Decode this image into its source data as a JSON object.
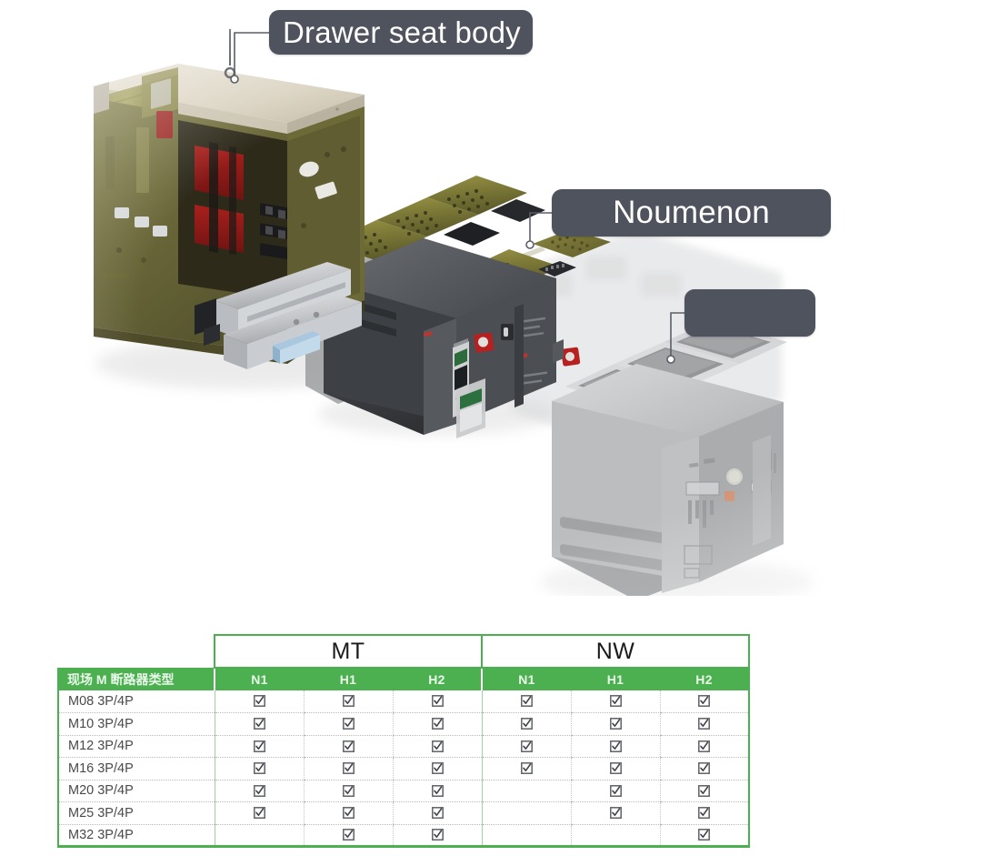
{
  "illustration": {
    "callouts": [
      {
        "label": "Drawer seat body"
      },
      {
        "label": "Noumenon"
      },
      {
        "label": ""
      }
    ]
  },
  "table": {
    "row_label_header": "现场 M 断路器类型",
    "group_headers": [
      "MT",
      "NW"
    ],
    "sub_headers": [
      "N1",
      "H1",
      "H2",
      "N1",
      "H1",
      "H2"
    ],
    "checkmark_glyph": "check-box-icon",
    "colors": {
      "header_green": "#4cb050",
      "header_text": "#eaf8ea",
      "row_text": "#4a4a4a",
      "grid_dotted": "#b9b9b9",
      "callout_bg": "#4f535e"
    },
    "rows": [
      {
        "label": "M08 3P/4P",
        "cells": [
          true,
          true,
          true,
          true,
          true,
          true
        ]
      },
      {
        "label": "M10 3P/4P",
        "cells": [
          true,
          true,
          true,
          true,
          true,
          true
        ]
      },
      {
        "label": "M12 3P/4P",
        "cells": [
          true,
          true,
          true,
          true,
          true,
          true
        ]
      },
      {
        "label": "M16 3P/4P",
        "cells": [
          true,
          true,
          true,
          true,
          true,
          true
        ]
      },
      {
        "label": "M20 3P/4P",
        "cells": [
          true,
          true,
          true,
          false,
          true,
          true
        ]
      },
      {
        "label": "M25 3P/4P",
        "cells": [
          true,
          true,
          true,
          false,
          true,
          true
        ]
      },
      {
        "label": "M32 3P/4P",
        "cells": [
          false,
          true,
          true,
          false,
          false,
          true
        ]
      }
    ]
  }
}
